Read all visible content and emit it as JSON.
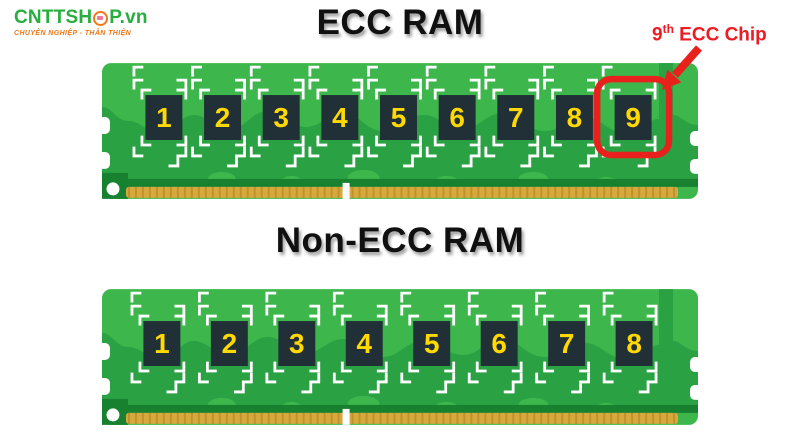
{
  "logo": {
    "brand_prefix": "CNTTSH",
    "brand_suffix": "P.vn",
    "tagline": "CHUYÊN NGHIỆP - THÂN THIỆN"
  },
  "ecc": {
    "title": "ECC RAM",
    "chips": [
      "1",
      "2",
      "3",
      "4",
      "5",
      "6",
      "7",
      "8",
      "9"
    ],
    "callout_number": "9",
    "callout_sup": "th",
    "callout_label": " ECC Chip"
  },
  "nonecc": {
    "title": "Non-ECC RAM",
    "chips": [
      "1",
      "2",
      "3",
      "4",
      "5",
      "6",
      "7",
      "8"
    ]
  },
  "icons": {
    "cart_icon": "shopping-cart",
    "arrow_icon": "red-arrow-down-left",
    "solder_marks": "white-corner-bracket-silkscreen"
  },
  "colors": {
    "pcb_green": "#3db64c",
    "pcb_dark": "#2aa143",
    "pcb_darker": "#17812f",
    "chip": "#212f36",
    "chip_text": "#ffd900",
    "gold": "#d7a83c",
    "gold_stripe": "#bf922e",
    "highlight_red": "#e8211d",
    "callout_red": "#ed1c24",
    "logo_green": "#27ae3e",
    "logo_orange": "#f07818"
  }
}
